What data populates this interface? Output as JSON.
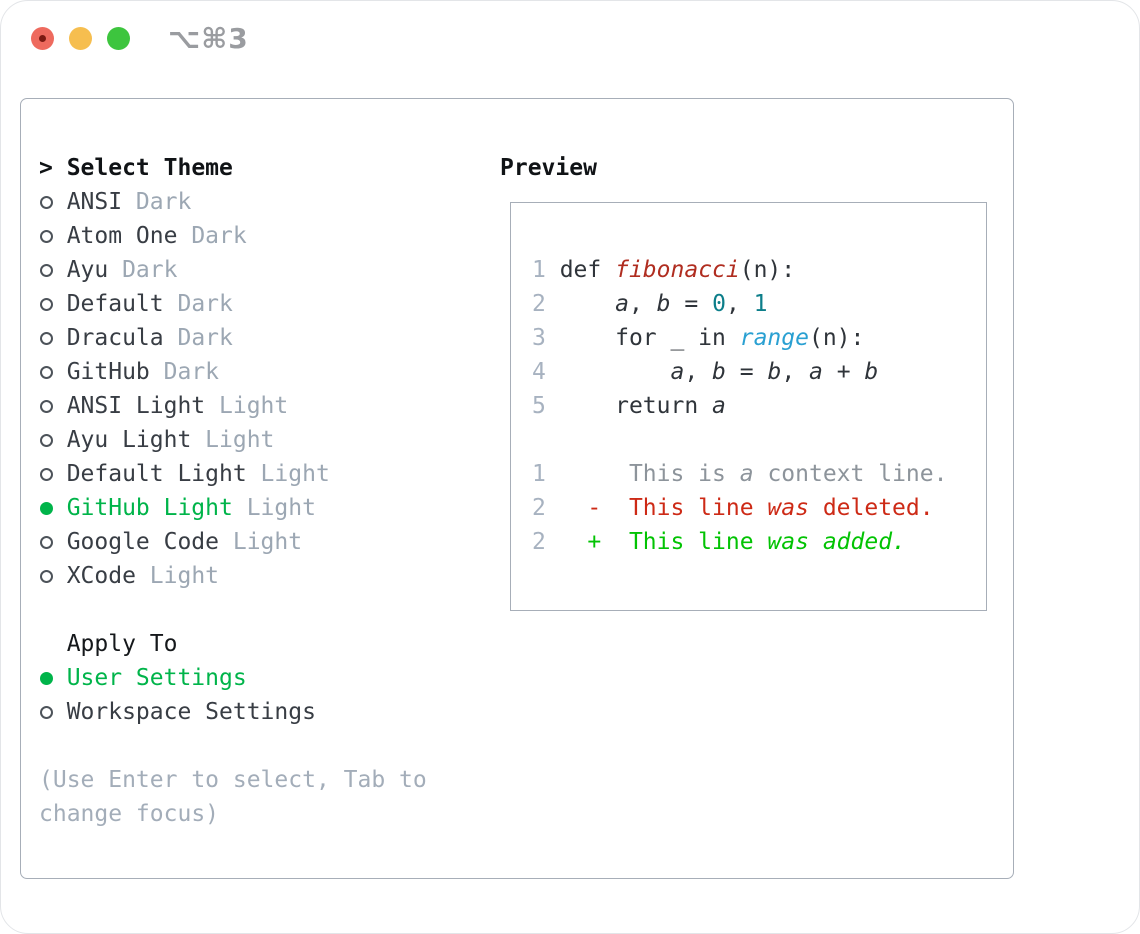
{
  "window": {
    "title": "⌥⌘3",
    "traffic_lights": [
      "close",
      "minimize",
      "zoom"
    ]
  },
  "theme_panel": {
    "select_header": "> Select Theme",
    "themes": [
      {
        "name": "ANSI",
        "variant": "Dark",
        "selected": false
      },
      {
        "name": "Atom One",
        "variant": "Dark",
        "selected": false
      },
      {
        "name": "Ayu",
        "variant": "Dark",
        "selected": false
      },
      {
        "name": "Default",
        "variant": "Dark",
        "selected": false
      },
      {
        "name": "Dracula",
        "variant": "Dark",
        "selected": false
      },
      {
        "name": "GitHub",
        "variant": "Dark",
        "selected": false
      },
      {
        "name": "ANSI Light",
        "variant": "Light",
        "selected": false
      },
      {
        "name": "Ayu Light",
        "variant": "Light",
        "selected": false
      },
      {
        "name": "Default Light",
        "variant": "Light",
        "selected": false
      },
      {
        "name": "GitHub Light",
        "variant": "Light",
        "selected": true
      },
      {
        "name": "Google Code",
        "variant": "Light",
        "selected": false
      },
      {
        "name": "XCode",
        "variant": "Light",
        "selected": false
      }
    ],
    "apply_to": {
      "header": "Apply To",
      "options": [
        {
          "label": "User Settings",
          "selected": true
        },
        {
          "label": "Workspace Settings",
          "selected": false
        }
      ]
    },
    "help": [
      "(Use Enter to select, Tab to",
      "change focus)"
    ]
  },
  "preview": {
    "header": "Preview",
    "lines": [
      {
        "num": "1",
        "seg": [
          {
            "t": " def "
          },
          {
            "t": "fibonacci",
            "c": "red",
            "i": true
          },
          {
            "t": "(n):"
          }
        ]
      },
      {
        "num": "2",
        "seg": [
          {
            "t": "     "
          },
          {
            "t": "a",
            "i": true
          },
          {
            "t": ", "
          },
          {
            "t": "b",
            "i": true
          },
          {
            "t": " = "
          },
          {
            "t": "0",
            "c": "teal"
          },
          {
            "t": ", "
          },
          {
            "t": "1",
            "c": "teal"
          }
        ]
      },
      {
        "num": "3",
        "seg": [
          {
            "t": "     for _ in "
          },
          {
            "t": "range",
            "c": "blue",
            "i": true
          },
          {
            "t": "(n):"
          }
        ]
      },
      {
        "num": "4",
        "seg": [
          {
            "t": "         "
          },
          {
            "t": "a",
            "i": true
          },
          {
            "t": ", "
          },
          {
            "t": "b",
            "i": true
          },
          {
            "t": " = "
          },
          {
            "t": "b",
            "i": true
          },
          {
            "t": ", "
          },
          {
            "t": "a",
            "i": true
          },
          {
            "t": " + "
          },
          {
            "t": "b",
            "i": true
          }
        ]
      },
      {
        "num": "5",
        "seg": [
          {
            "t": "     return "
          },
          {
            "t": "a",
            "i": true
          }
        ]
      },
      {
        "blank": true
      },
      {
        "num": "1",
        "seg": [
          {
            "t": "      This is ",
            "c": "ctx"
          },
          {
            "t": "a",
            "c": "ctx",
            "i": true
          },
          {
            "t": " context line.",
            "c": "ctx"
          }
        ]
      },
      {
        "num": "2",
        "seg": [
          {
            "t": "   -  This line ",
            "c": "del"
          },
          {
            "t": "was",
            "c": "del",
            "i": true
          },
          {
            "t": " deleted.",
            "c": "del"
          }
        ]
      },
      {
        "num": "2",
        "seg": [
          {
            "t": "   +  This line ",
            "c": "add"
          },
          {
            "t": "was",
            "c": "add",
            "i": true
          },
          {
            "t": " ",
            "c": "add"
          },
          {
            "t": "added.",
            "c": "add",
            "i": true
          }
        ]
      }
    ]
  },
  "colors": {
    "accent_green": "#00b44a",
    "code": "#2f343a",
    "red": "#b02d20",
    "teal": "#0c7e8a",
    "blue": "#2aa0d2",
    "ctx": "#8d949b",
    "del": "#cd2a16",
    "add": "#02c303",
    "ln": "#a7b2c0",
    "variant_gray": "#9ca7b3",
    "help_gray": "#a3adb9",
    "panel_border": "#a7aeb8",
    "traffic_red": "#ee6a5e",
    "traffic_yellow": "#f6be4f",
    "traffic_green": "#3dc53e"
  }
}
